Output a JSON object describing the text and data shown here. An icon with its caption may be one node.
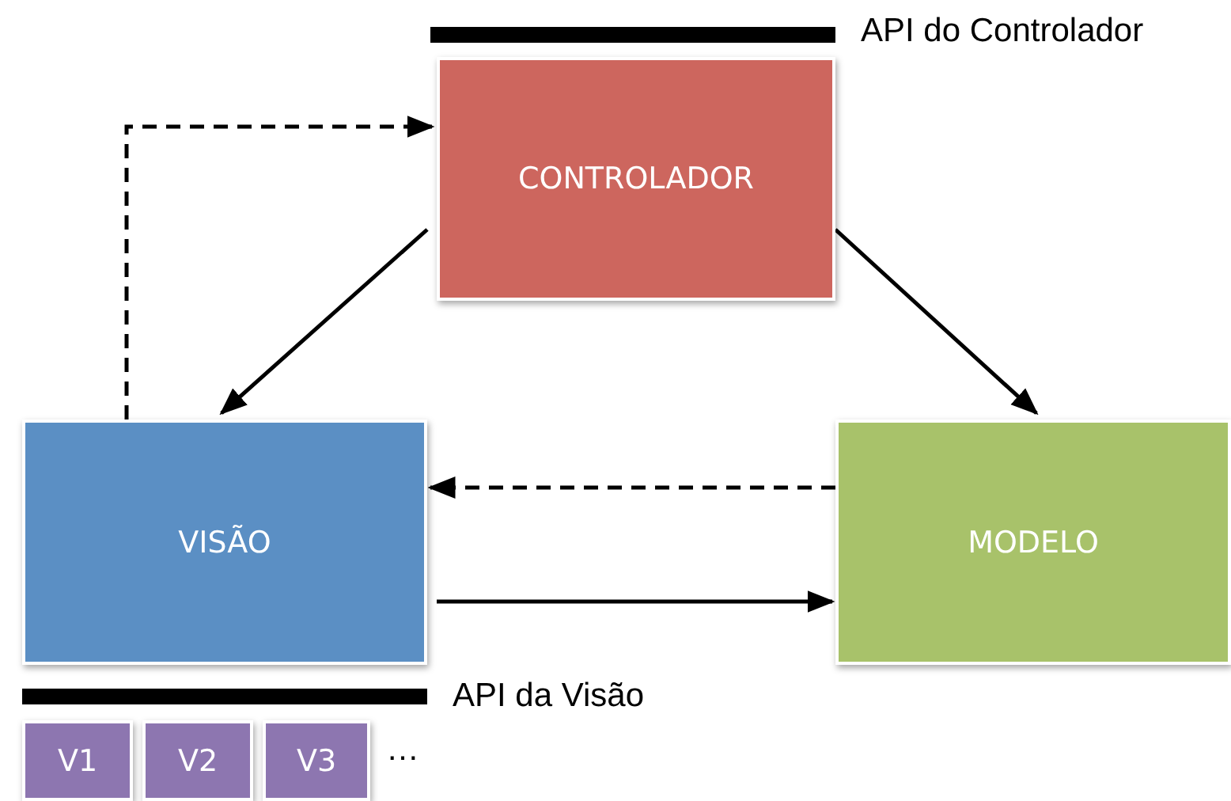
{
  "diagram": {
    "nodes": [
      {
        "text": [
          "CONTROLADOR"
        ]
      },
      {
        "text": [
          "VISÃO"
        ]
      },
      {
        "text": [
          "MODELO"
        ]
      },
      {
        "text": [
          "V1"
        ]
      },
      {
        "text": [
          "V2"
        ]
      },
      {
        "text": [
          "V3"
        ]
      }
    ],
    "edges": [
      {
        "from": 0,
        "to": 1,
        "arrow": "to"
      },
      {
        "from": 0,
        "to": 2,
        "arrow": "to"
      },
      {
        "from": 2,
        "to": 1,
        "arrow": "to",
        "style": "dashed"
      },
      {
        "from": 1,
        "to": 2,
        "arrow": "to"
      },
      {
        "from": 1,
        "to": 0,
        "arrow": "to",
        "style": "dashed"
      }
    ],
    "labels": [
      "API do Controlador",
      "API da Visão",
      "…"
    ]
  }
}
